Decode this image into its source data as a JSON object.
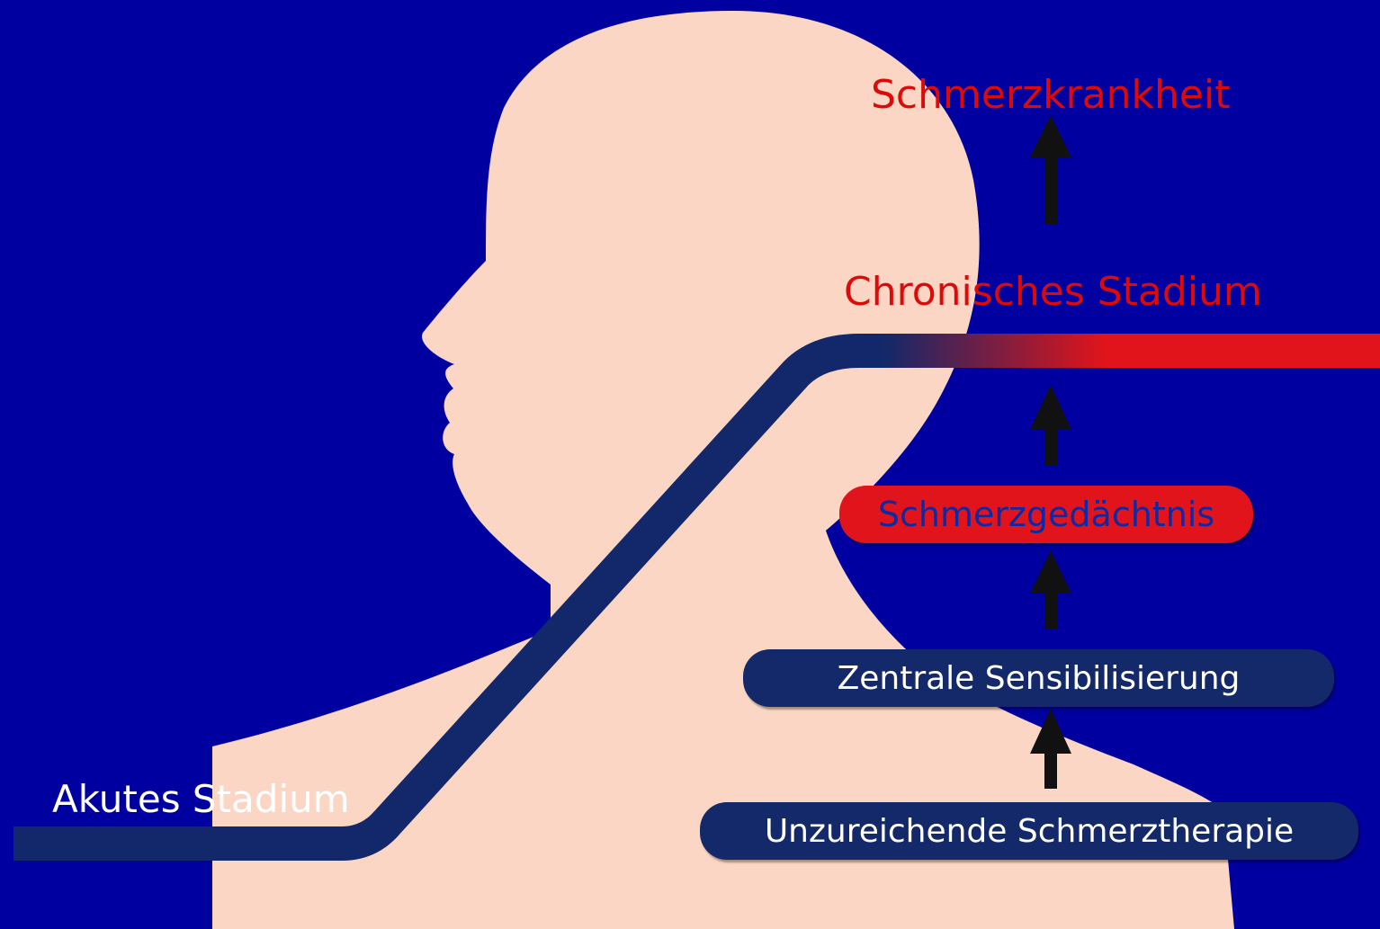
{
  "colors": {
    "background": "#0000a0",
    "silhouette": "#fbd6c4",
    "path_navy": "#13286a",
    "path_red": "#e0141a",
    "arrow": "#111111",
    "red_text": "#dd0a0a"
  },
  "stages": {
    "acute": "Akutes Stadium",
    "chronic": "Chronisches Stadium",
    "disease": "Schmerzkrankheit"
  },
  "steps": {
    "insufficient_therapy": "Unzureichende Schmerztherapie",
    "central_sensitization": "Zentrale Sensibilisierung",
    "pain_memory": "Schmerzgedächtnis"
  }
}
